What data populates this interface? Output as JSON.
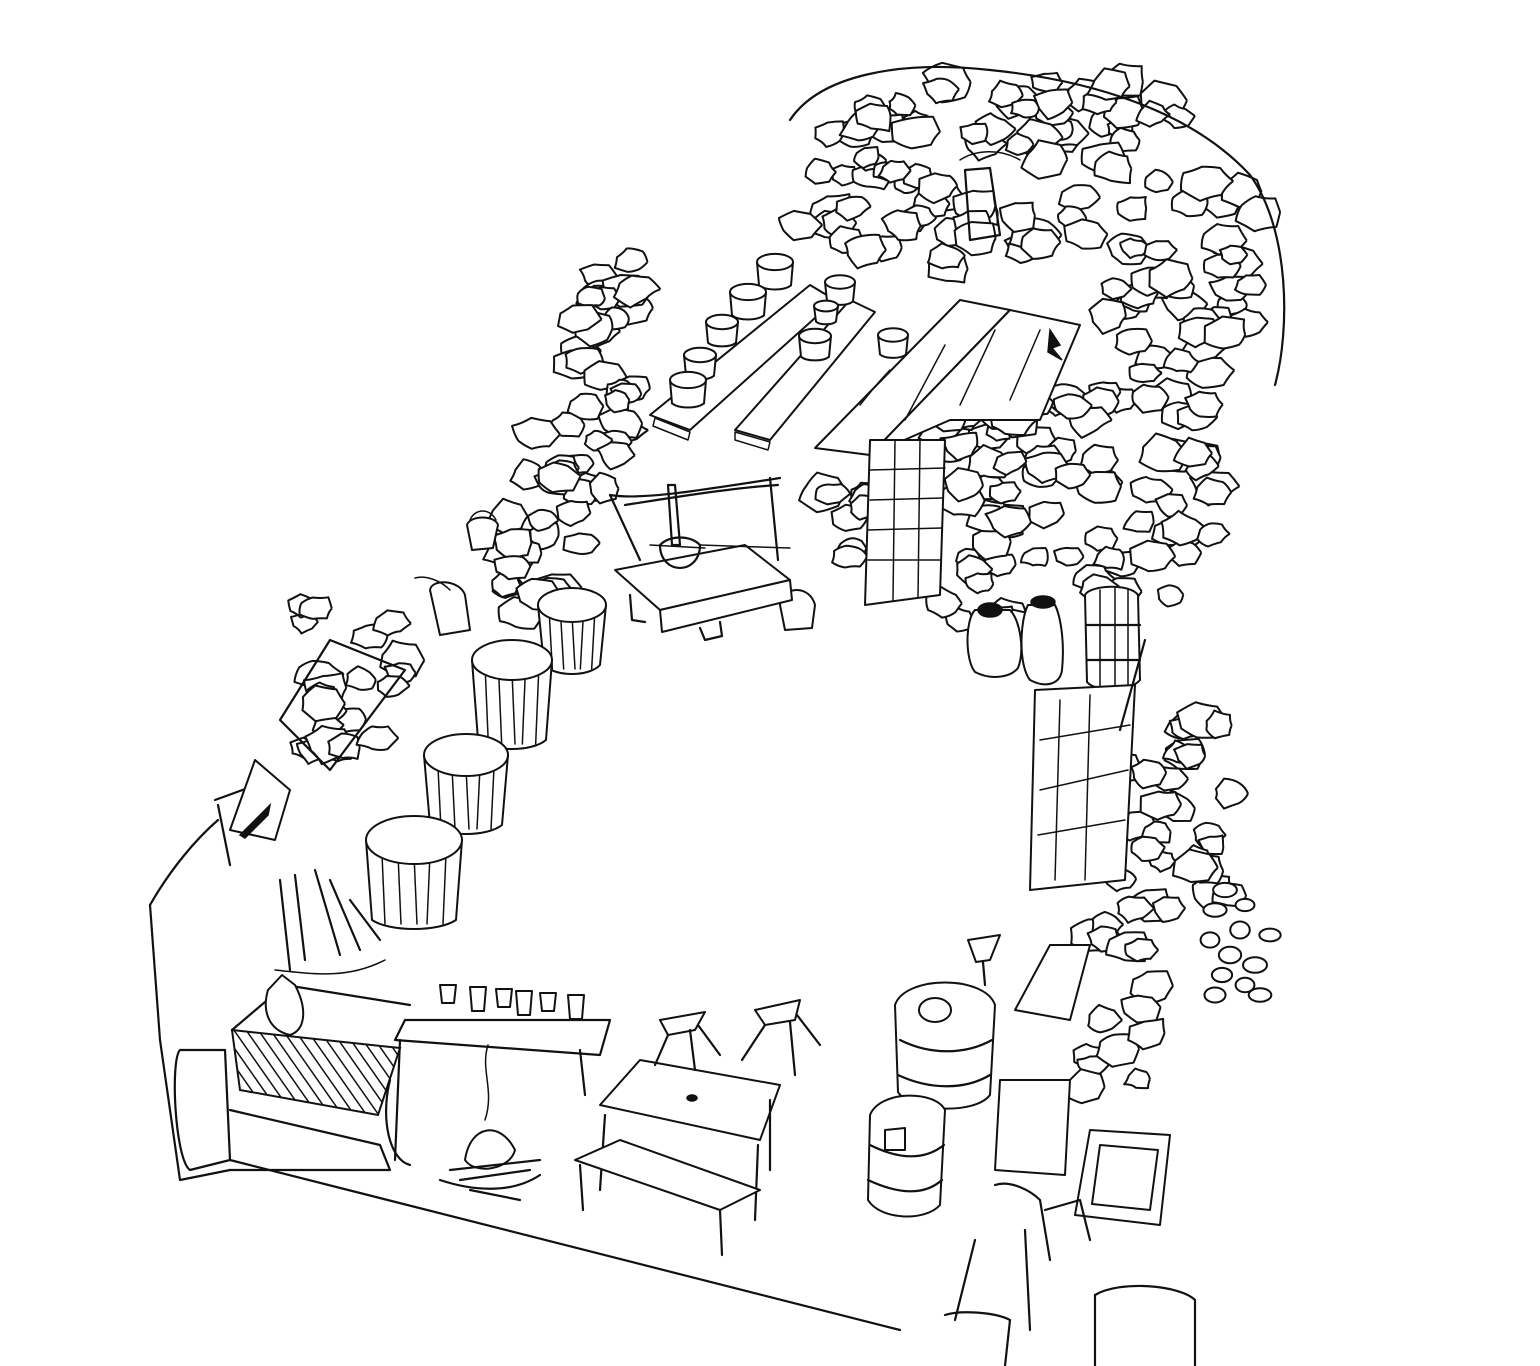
{
  "picture": {
    "palette": {
      "ink": "#111111",
      "paper": "#ffffff"
    },
    "stones": {
      "count_back_wall": 120,
      "count_right_wall": 90,
      "count_left_wall": 55
    }
  }
}
